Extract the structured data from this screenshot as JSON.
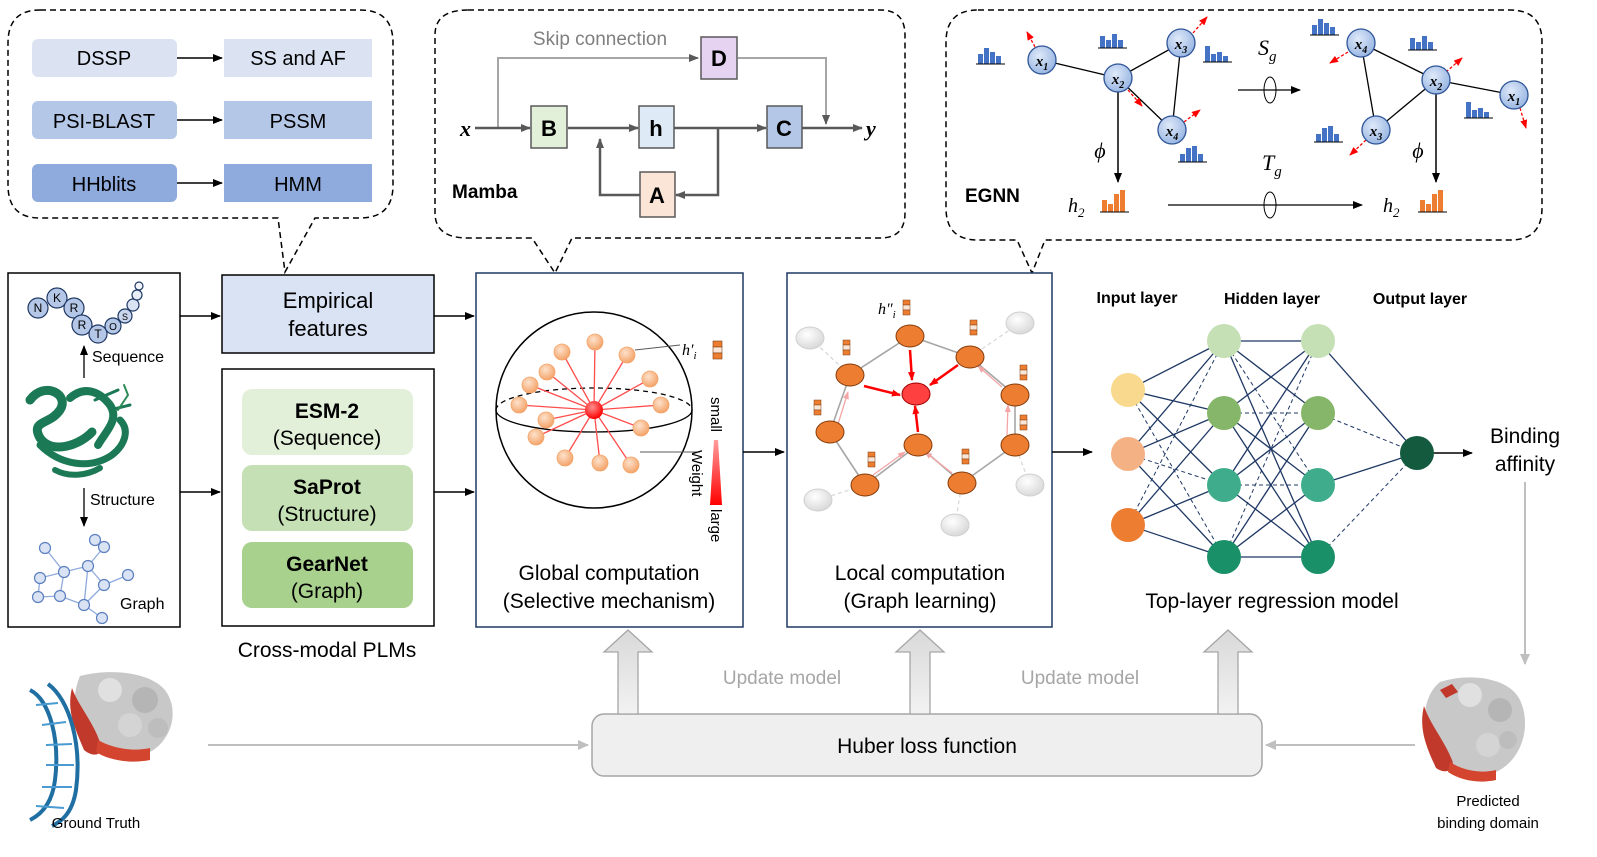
{
  "callout_features": {
    "rows": [
      {
        "tool": "DSSP",
        "output": "SS and AF"
      },
      {
        "tool": "PSI-BLAST",
        "output": "PSSM"
      },
      {
        "tool": "HHblits",
        "output": "HMM"
      }
    ]
  },
  "callout_mamba": {
    "skip_label": "Skip connection",
    "title": "Mamba",
    "input": "x",
    "output": "y",
    "blocks": {
      "b": "B",
      "h": "h",
      "c": "C",
      "d": "D",
      "a": "A"
    }
  },
  "callout_egnn": {
    "title": "EGNN",
    "nodes_left": [
      "x1",
      "x2",
      "x3",
      "x4"
    ],
    "phi": "ϕ",
    "s_g": "S",
    "s_g_sub": "g",
    "t_g": "T",
    "t_g_sub": "g",
    "h2": "h",
    "h2_sub": "2"
  },
  "inputs": {
    "sequence_letters": [
      "N",
      "K",
      "R",
      "R",
      "T",
      "O",
      "S"
    ],
    "sequence_label": "Sequence",
    "structure_label": "Structure",
    "graph_label": "Graph"
  },
  "empirical": {
    "line1": "Empirical",
    "line2": "features"
  },
  "plms": {
    "caption": "Cross-modal PLMs",
    "items": [
      {
        "name": "ESM-2",
        "sub": "(Sequence)"
      },
      {
        "name": "SaProt",
        "sub": "(Structure)"
      },
      {
        "name": "GearNet",
        "sub": "(Graph)"
      }
    ]
  },
  "global": {
    "line1": "Global computation",
    "line2": "(Selective mechanism)",
    "h_label": "h′",
    "h_sub": "i",
    "weight_label": "Weight",
    "small_label": "small",
    "large_label": "large"
  },
  "local": {
    "line1": "Local computation",
    "line2": "(Graph learning)",
    "h_label": "h″",
    "h_sub": "i"
  },
  "regression": {
    "input_layer": "Input layer",
    "hidden_layer": "Hidden layer",
    "output_layer": "Output layer",
    "caption": "Top-layer regression model",
    "output_line1": "Binding",
    "output_line2": "affinity"
  },
  "loss": {
    "label": "Huber loss function",
    "update_left": "Update model",
    "update_right": "Update model"
  },
  "ground_truth": "Ground Truth",
  "predicted": {
    "line1": "Predicted",
    "line2": "binding domain"
  },
  "colors": {
    "dssp": "#dbe3f3",
    "psiblast": "#b4c7e7",
    "hhblits": "#8faadc",
    "empirical": "#dae3f3",
    "esm": "#e2f0d9",
    "saprot": "#c5e0b4",
    "gearnet": "#a9d18e",
    "orange": "#ed7d31",
    "navy": "#1f3864",
    "red": "#ff0000",
    "loss_fill": "#efefef"
  }
}
